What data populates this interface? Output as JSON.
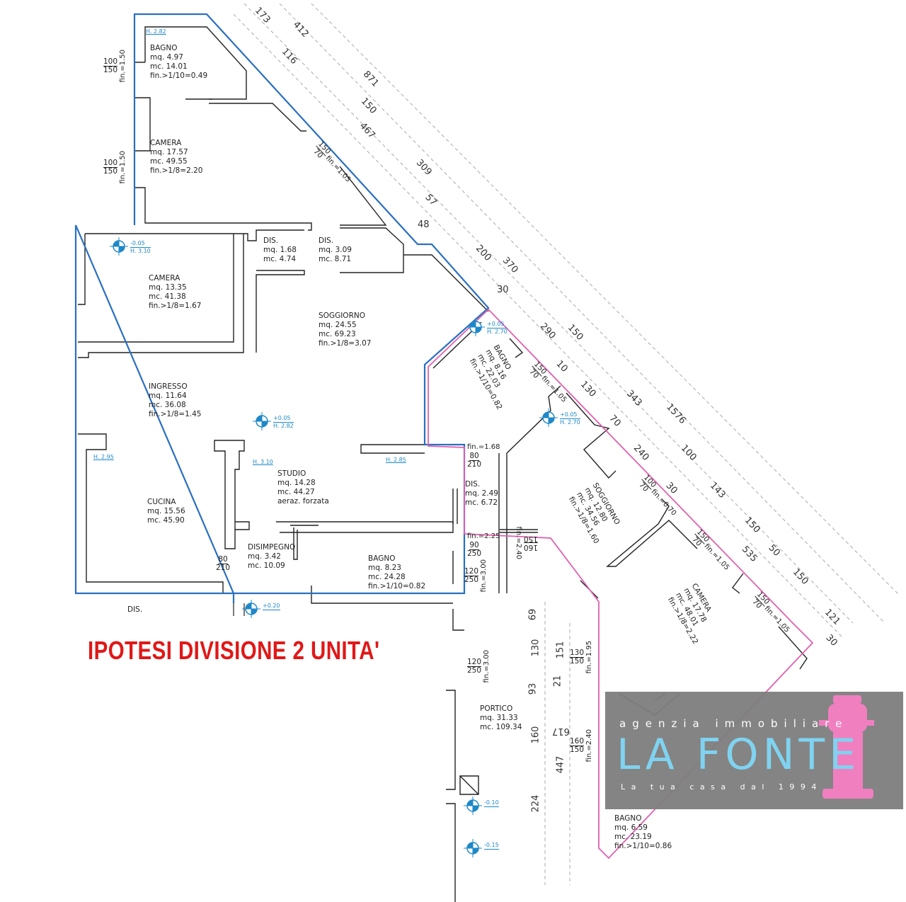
{
  "title": "IPOTESI DIVISIONE 2 UNITA'",
  "colors": {
    "unit1": "#2a6fc0",
    "unit2": "#e060b0",
    "title": "#e01818",
    "logo_blue": "#7fd3f0",
    "logo_pink": "#f07fc0"
  },
  "logo": {
    "tagline": "agenzia immobiliare",
    "brand": "LA FONTE",
    "slogan": "La tua casa dal 1994"
  },
  "rooms": [
    {
      "lines": [
        "BAGNO",
        "mq. 4.97",
        "mc. 14.01",
        "fin.>1/10=0.49"
      ]
    },
    {
      "lines": [
        "CAMERA",
        "mq. 17.57",
        "mc. 49.55",
        "fin.>1/8=2.20"
      ]
    },
    {
      "lines": [
        "DIS.",
        "mq. 1.68",
        "mc. 4.74"
      ]
    },
    {
      "lines": [
        "DIS.",
        "mq. 3.09",
        "mc. 8.71"
      ]
    },
    {
      "lines": [
        "CAMERA",
        "mq. 13.35",
        "mc. 41.38",
        "fin.>1/8=1.67"
      ]
    },
    {
      "lines": [
        "SOGGIORNO",
        "mq. 24.55",
        "mc. 69.23",
        "fin.>1/8=3.07"
      ]
    },
    {
      "lines": [
        "INGRESSO",
        "mq. 11.64",
        "mc. 36.08",
        "fin.>1/8=1.45"
      ]
    },
    {
      "lines": [
        "STUDIO",
        "mq. 14.28",
        "mc. 44.27",
        "aeraz. forzata"
      ]
    },
    {
      "lines": [
        "CUCINA",
        "mq. 15.56",
        "mc. 45.90"
      ]
    },
    {
      "lines": [
        "DISIMPEGNO",
        "mq. 3.42",
        "mc. 10.09"
      ]
    },
    {
      "lines": [
        "BAGNO",
        "mq. 8.23",
        "mc. 24.28",
        "fin.>1/10=0.82"
      ]
    },
    {
      "lines": [
        "DIS."
      ]
    },
    {
      "lines": [
        "BAGNO",
        "mq. 8.16",
        "mc. 22.03",
        "fin.>1/10=0.82"
      ]
    },
    {
      "lines": [
        "DIS.",
        "mq. 2.49",
        "mc. 6.72"
      ]
    },
    {
      "lines": [
        "SOGGIORNO",
        "mq. 12.80",
        "mc. 34.56",
        "fin.>1/8=1.60"
      ]
    },
    {
      "lines": [
        "CAMERA",
        "mq. 17.78",
        "mc. 48.01",
        "fin.>1/8=2.22"
      ]
    },
    {
      "lines": [
        "PORTICO",
        "mq. 31.33",
        "mc. 109.34"
      ]
    },
    {
      "lines": [
        "BAGNO",
        "mq. 6.59",
        "mc. 23.19",
        "fin.>1/10=0.86"
      ]
    }
  ],
  "dimensions": [
    "173",
    "412",
    "116",
    "871",
    "150",
    "467",
    "309",
    "57",
    "48",
    "200",
    "370",
    "30",
    "290",
    "150",
    "10",
    "130",
    "343",
    "1576",
    "70",
    "240",
    "100",
    "30",
    "143",
    "150",
    "50",
    "535",
    "150",
    "121",
    "30",
    "69",
    "130",
    "93",
    "160",
    "224",
    "151",
    "21",
    "617",
    "447"
  ],
  "windows": [
    {
      "w": "100",
      "h": "150",
      "fin": "fin.=1.50"
    },
    {
      "w": "100",
      "h": "150",
      "fin": "fin.=1.50"
    },
    {
      "w": "150",
      "h": "70",
      "fin": "fin.=1.05"
    },
    {
      "w": "150",
      "h": "70",
      "fin": "fin.=1.05"
    },
    {
      "w": "100",
      "h": "70",
      "fin": "fin.=0.70"
    },
    {
      "w": "150",
      "h": "70",
      "fin": "fin.=1.05"
    },
    {
      "w": "150",
      "h": "70",
      "fin": "fin.=1.05"
    },
    {
      "w": "80",
      "h": "210",
      "fin": "fin.=1.68"
    },
    {
      "w": "90",
      "h": "250",
      "fin": "fin.=2.25"
    },
    {
      "w": "120",
      "h": "250",
      "fin": "fin.=3.00"
    },
    {
      "w": "160",
      "h": "150",
      "fin": "fin.=2.40"
    },
    {
      "w": "120",
      "h": "250",
      "fin": "fin.=3.00"
    },
    {
      "w": "130",
      "h": "150",
      "fin": "fin.=1.95"
    },
    {
      "w": "160",
      "h": "150",
      "fin": "fin.=2.40"
    },
    {
      "w": "80",
      "h": "210",
      "fin": ""
    }
  ],
  "levels": [
    {
      "elev": "-0.05",
      "h": "H. 3.10"
    },
    {
      "elev": "+0.05",
      "h": "H. 2.82"
    },
    {
      "elev": "+0.05",
      "h": "H. 2.70"
    },
    {
      "elev": "+0.05",
      "h": "H. 2.70"
    },
    {
      "elev": "+0.20",
      "h": ""
    },
    {
      "elev": "-0.10",
      "h": ""
    },
    {
      "elev": "-0.15",
      "h": ""
    }
  ],
  "heights": [
    "H. 2.82",
    "H. 2.95",
    "H. 3.10",
    "H. 2.85"
  ]
}
